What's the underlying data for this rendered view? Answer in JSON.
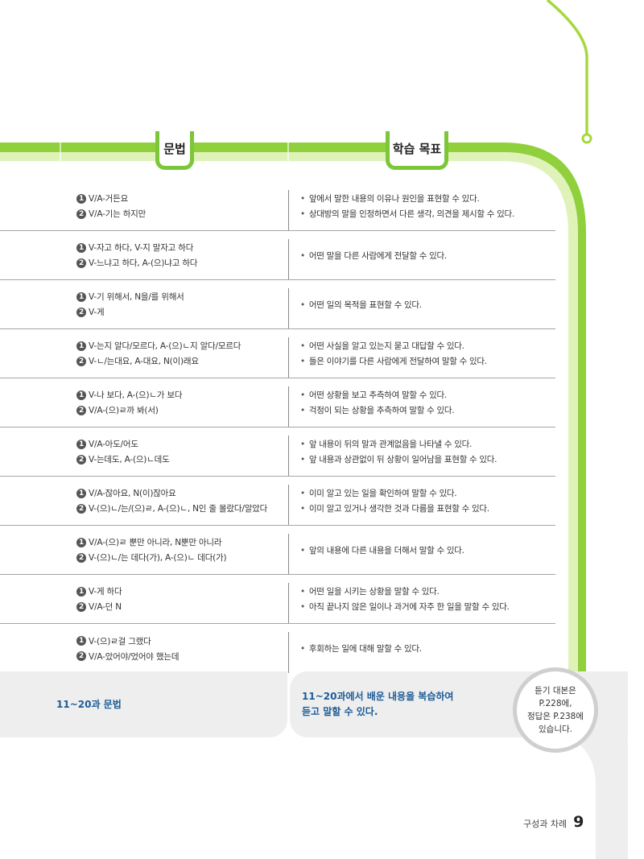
{
  "colors": {
    "green_dark": "#8fd03c",
    "green_light": "#dff2b8",
    "review_bg": "#eeeeef",
    "review_text": "#1d5c96",
    "circle_border": "#cfcfcf"
  },
  "header": {
    "grammar_label": "문법",
    "goal_label": "학습 목표"
  },
  "rows": [
    {
      "grammar": [
        {
          "num": "1",
          "text": "V/A-거든요"
        },
        {
          "num": "2",
          "text": "V/A-기는 하지만"
        }
      ],
      "goals": [
        "앞에서 말한 내용의 이유나 원인을 표현할 수 있다.",
        "상대방의 말을 인정하면서 다른 생각, 의견을 제시할 수 있다."
      ]
    },
    {
      "grammar": [
        {
          "num": "1",
          "text": "V-자고 하다, V-지 말자고 하다"
        },
        {
          "num": "2",
          "text": "V-느냐고 하다, A-(으)냐고 하다"
        }
      ],
      "goals": [
        "어떤 말을 다른 사람에게 전달할 수 있다."
      ]
    },
    {
      "grammar": [
        {
          "num": "1",
          "text": "V-기 위해서, N을/를 위해서"
        },
        {
          "num": "2",
          "text": "V-게"
        }
      ],
      "goals": [
        "어떤 일의 목적을 표현할 수 있다."
      ]
    },
    {
      "grammar": [
        {
          "num": "1",
          "text": "V-는지 알다/모르다, A-(으)ㄴ지 알다/모르다"
        },
        {
          "num": "2",
          "text": "V-ㄴ/는대요, A-대요, N(이)래요"
        }
      ],
      "goals": [
        "어떤 사실을 알고 있는지 묻고 대답할 수 있다.",
        "들은 이야기를 다른 사람에게 전달하여 말할 수 있다."
      ]
    },
    {
      "grammar": [
        {
          "num": "1",
          "text": "V-나 보다, A-(으)ㄴ가 보다"
        },
        {
          "num": "2",
          "text": "V/A-(으)ㄹ까 봐(서)"
        }
      ],
      "goals": [
        "어떤 상황을 보고 추측하여 말할 수 있다.",
        "걱정이 되는 상황을 추측하여 말할 수 있다."
      ]
    },
    {
      "grammar": [
        {
          "num": "1",
          "text": "V/A-아도/어도"
        },
        {
          "num": "2",
          "text": "V-는데도, A-(으)ㄴ데도"
        }
      ],
      "goals": [
        "앞 내용이 뒤의 말과 관계없음을 나타낼 수 있다.",
        "앞 내용과 상관없이 뒤 상황이 일어남을 표현할 수 있다."
      ]
    },
    {
      "grammar": [
        {
          "num": "1",
          "text": "V/A-잖아요, N(이)잖아요"
        },
        {
          "num": "2",
          "text": "V-(으)ㄴ/는/(으)ㄹ, A-(으)ㄴ, N인 줄 몰랐다/알았다"
        }
      ],
      "goals": [
        "이미 알고 있는 일을 확인하여 말할 수 있다.",
        "이미 알고 있거나 생각한 것과 다름을 표현할 수 있다."
      ]
    },
    {
      "grammar": [
        {
          "num": "1",
          "text": "V/A-(으)ㄹ 뿐만 아니라, N뿐만 아니라"
        },
        {
          "num": "2",
          "text": "V-(으)ㄴ/는 데다(가), A-(으)ㄴ 데다(가)"
        }
      ],
      "goals": [
        "앞의 내용에 다른 내용을 더해서 말할 수 있다."
      ]
    },
    {
      "grammar": [
        {
          "num": "1",
          "text": "V-게 하다"
        },
        {
          "num": "2",
          "text": "V/A-던 N"
        }
      ],
      "goals": [
        "어떤 일을 시키는 상황을 말할 수 있다.",
        "아직 끝나지 않은 일이나 과거에 자주 한 일을 말할 수 있다."
      ]
    },
    {
      "grammar": [
        {
          "num": "1",
          "text": "V-(으)ㄹ걸 그랬다"
        },
        {
          "num": "2",
          "text": "V/A-았어야/었어야 했는데"
        }
      ],
      "goals": [
        "후회하는 일에 대해 말할 수 있다."
      ]
    }
  ],
  "review": {
    "grammar": "11~20과 문법",
    "goal_line1": "11~20과에서 배운 내용을 복습하여",
    "goal_line2": "듣고 말할 수 있다."
  },
  "note": {
    "line1": "듣기 대본은",
    "line2": "P.228에,",
    "line3": "정답은 P.238에",
    "line4": "있습니다."
  },
  "footer": {
    "section_label": "구성과 차례",
    "page_number": "9"
  }
}
